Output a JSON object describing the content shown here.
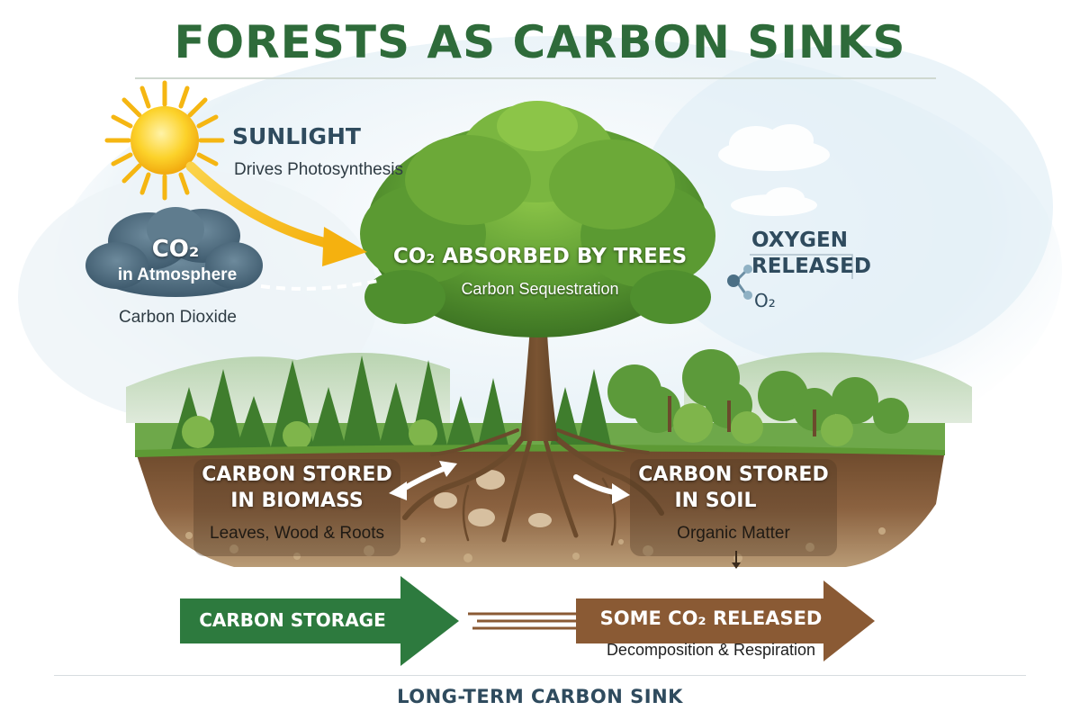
{
  "title": "FORESTS AS CARBON SINKS",
  "sunlight": {
    "heading": "SUNLIGHT",
    "subtext": "Drives Photosynthesis"
  },
  "co2_cloud": {
    "symbol": "CO₂",
    "label": "in Atmosphere",
    "caption": "Carbon Dioxide"
  },
  "tree_absorption": {
    "heading": "CO₂ ABSORBED BY TREES",
    "subtext": "Carbon Sequestration"
  },
  "oxygen": {
    "heading_line1": "OXYGEN",
    "heading_line2": "RELEASED",
    "symbol": "O₂"
  },
  "biomass": {
    "heading_line1": "CARBON STORED",
    "heading_line2": "IN BIOMASS",
    "subtext": "Leaves, Wood & Roots"
  },
  "soil": {
    "heading_line1": "CARBON STORED",
    "heading_line2": "IN SOIL",
    "subtext": "Organic Matter"
  },
  "storage_arrow": {
    "label": "CARBON STORAGE",
    "color": "#2d7a3e"
  },
  "release_arrow": {
    "label": "SOME CO₂ RELEASED",
    "subtext": "Decomposition & Respiration",
    "color": "#8a5a34"
  },
  "footer": "LONG-TERM CARBON SINK",
  "colors": {
    "title": "#2e6b3a",
    "heading": "#2f4b5e",
    "sun": "#f7c21c",
    "soil": "#7a5535",
    "foliage": "#4f8f2e",
    "trunk": "#6b4a2c"
  }
}
